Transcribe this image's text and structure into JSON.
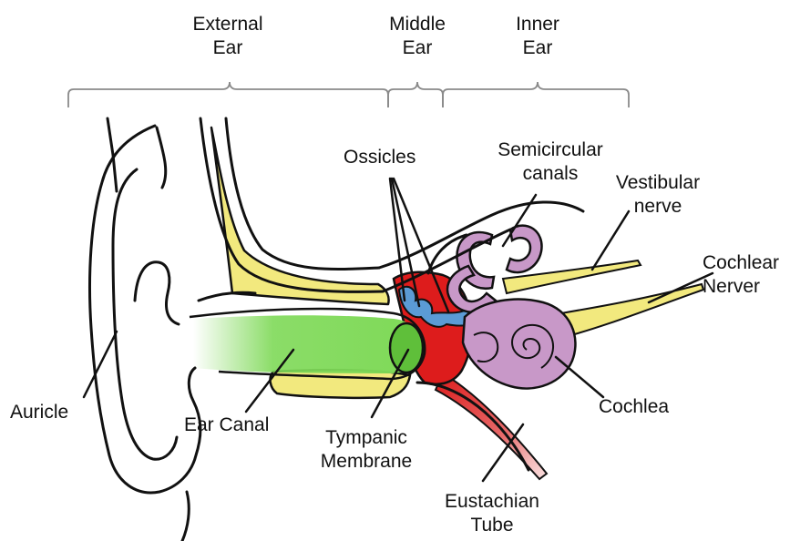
{
  "sections": {
    "external_ear": [
      "External",
      "Ear"
    ],
    "middle_ear": [
      "Middle",
      "Ear"
    ],
    "inner_ear": [
      "Inner",
      "Ear"
    ]
  },
  "labels": {
    "ossicles": [
      "Ossicles"
    ],
    "semicircular_canals": [
      "Semicircular",
      "canals"
    ],
    "vestibular_nerve": [
      "Vestibular",
      "nerve"
    ],
    "cochlear_nerve": [
      "Cochlear",
      "Nerver"
    ],
    "auricle": [
      "Auricle"
    ],
    "ear_canal": [
      "Ear Canal"
    ],
    "tympanic_membrane": [
      "Tympanic",
      "Membrane"
    ],
    "cochlea": [
      "Cochlea"
    ],
    "eustachian_tube": [
      "Eustachian",
      "Tube"
    ]
  },
  "colors": {
    "outline": "#111111",
    "bone": "#f2e97e",
    "ear_canal": "#7ed957",
    "tympanic_membrane": "#5fbf3a",
    "middle_ear": "#dd1c1c",
    "ossicles": "#5b9bd5",
    "inner_ear": "#c898c8",
    "leader_lines": "#111111",
    "brackets": "#8a8a8a"
  }
}
